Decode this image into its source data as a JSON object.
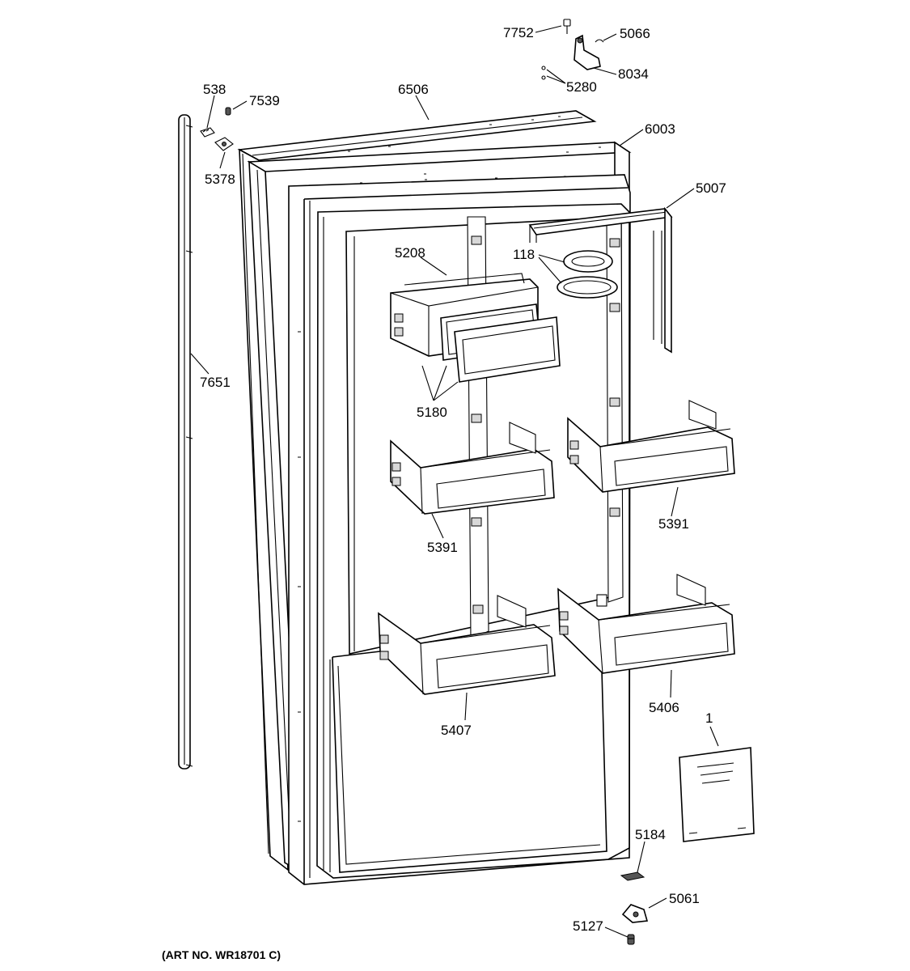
{
  "art_number": "(ART NO. WR18701 C)",
  "parts": [
    {
      "id": "7752",
      "label": "7752"
    },
    {
      "id": "5066",
      "label": "5066"
    },
    {
      "id": "8034",
      "label": "8034"
    },
    {
      "id": "5280",
      "label": "5280"
    },
    {
      "id": "538",
      "label": "538"
    },
    {
      "id": "7539",
      "label": "7539"
    },
    {
      "id": "6506",
      "label": "6506"
    },
    {
      "id": "6003",
      "label": "6003"
    },
    {
      "id": "5378",
      "label": "5378"
    },
    {
      "id": "5007",
      "label": "5007"
    },
    {
      "id": "5208",
      "label": "5208"
    },
    {
      "id": "118",
      "label": "118"
    },
    {
      "id": "7651",
      "label": "7651"
    },
    {
      "id": "5180",
      "label": "5180"
    },
    {
      "id": "5391a",
      "label": "5391"
    },
    {
      "id": "5391b",
      "label": "5391"
    },
    {
      "id": "5406",
      "label": "5406"
    },
    {
      "id": "5407",
      "label": "5407"
    },
    {
      "id": "1",
      "label": "1"
    },
    {
      "id": "5184",
      "label": "5184"
    },
    {
      "id": "5061",
      "label": "5061"
    },
    {
      "id": "5127",
      "label": "5127"
    }
  ]
}
